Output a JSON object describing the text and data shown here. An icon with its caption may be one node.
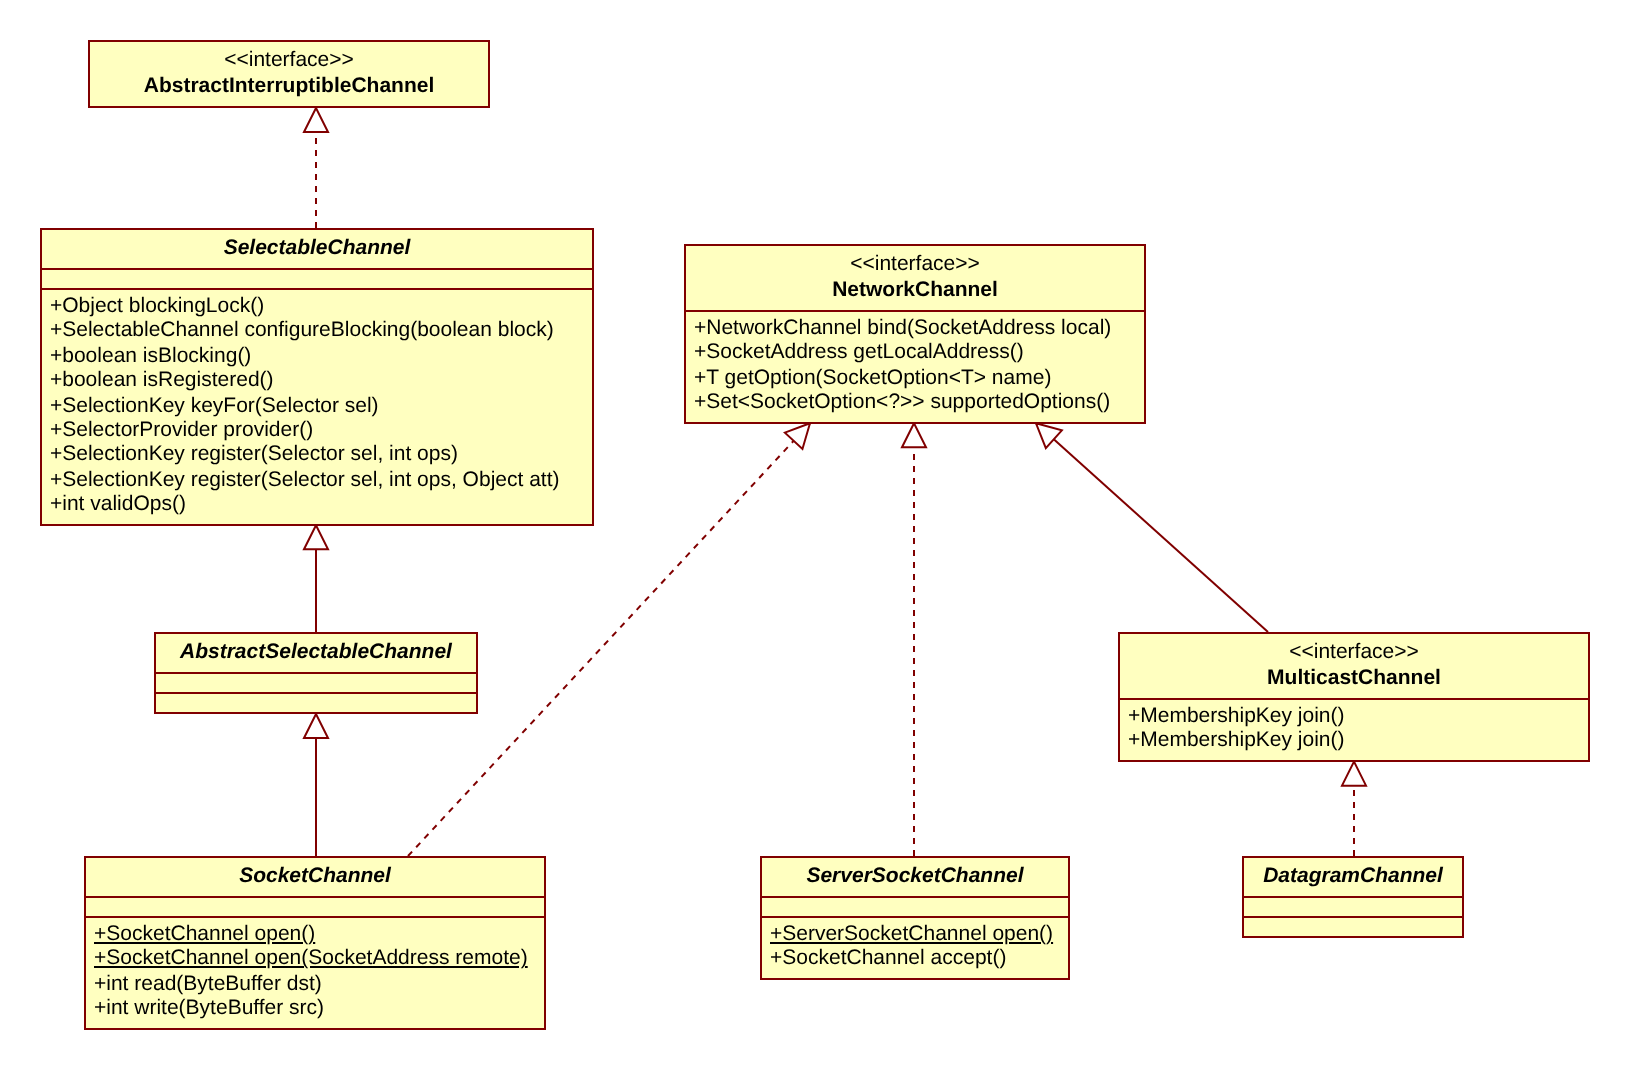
{
  "diagram": {
    "nodes": [
      {
        "text": [
          "<<interface>>",
          "AbstractInterruptibleChannel"
        ]
      },
      {
        "text": [
          "SelectableChannel",
          "+Object blockingLock()",
          "+SelectableChannel configureBlocking(boolean block)",
          "+boolean isBlocking()",
          "+boolean isRegistered()",
          "+SelectionKey keyFor(Selector sel)",
          "+SelectorProvider provider()",
          "+SelectionKey register(Selector sel, int ops)",
          "+SelectionKey register(Selector sel, int ops, Object att)",
          "+int validOps()"
        ]
      },
      {
        "text": [
          "<<interface>>",
          "NetworkChannel",
          "+NetworkChannel bind(SocketAddress local)",
          "+SocketAddress getLocalAddress()",
          "+T getOption(SocketOption<T> name)",
          "+Set<SocketOption<?>> supportedOptions()"
        ]
      },
      {
        "text": [
          "AbstractSelectableChannel"
        ]
      },
      {
        "text": [
          "<<interface>>",
          "MulticastChannel",
          "+MembershipKey join()",
          "+MembershipKey join()"
        ]
      },
      {
        "text": [
          "SocketChannel",
          "+SocketChannel open()",
          "+SocketChannel open(SocketAddress remote)",
          "+int read(ByteBuffer dst)",
          "+int write(ByteBuffer src)"
        ]
      },
      {
        "text": [
          "ServerSocketChannel",
          "+ServerSocketChannel open()",
          "+SocketChannel accept()"
        ]
      },
      {
        "text": [
          "DatagramChannel"
        ]
      }
    ],
    "edges": [
      {
        "from": 1,
        "to": 0,
        "arrow": "to",
        "style": "dashed"
      },
      {
        "from": 3,
        "to": 1,
        "arrow": "to"
      },
      {
        "from": 5,
        "to": 3,
        "arrow": "to"
      },
      {
        "from": 5,
        "to": 2,
        "arrow": "to",
        "style": "dashed"
      },
      {
        "from": 6,
        "to": 2,
        "arrow": "to",
        "style": "dashed"
      },
      {
        "from": 4,
        "to": 2,
        "arrow": "to"
      },
      {
        "from": 7,
        "to": 4,
        "arrow": "to",
        "style": "dashed"
      }
    ]
  }
}
